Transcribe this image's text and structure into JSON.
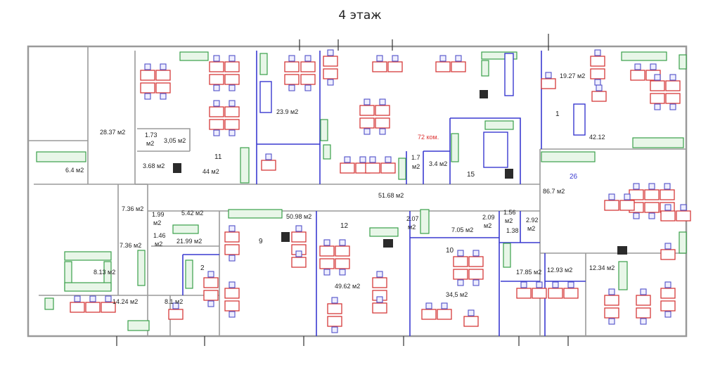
{
  "title": "4 этаж",
  "colors": {
    "wall": "#9a9a9a",
    "inner_wall": "#3a3ad0",
    "desk": "#d63a3a",
    "chair": "#5050c8",
    "cabinet": "#3aa04a",
    "label": "#1e1e1e",
    "accent_label": "#d33"
  },
  "labels": {
    "a_2837": "28.37 м2",
    "a_173": "1.73",
    "a_173b": "м2",
    "a_305": "3,05 м2",
    "a_64": "6.4 м2",
    "a_368": "3.68 м2",
    "n_11": "11",
    "a_44": "44 м2",
    "a_239": "23.9 м2",
    "a_72": "72 ком.",
    "a_17": "1.7",
    "a_17b": "м2",
    "a_34": "3.4 м2",
    "n_15": "15",
    "a_1927": "19.27 м2",
    "n_1": "1",
    "a_4212": "42.12",
    "n_26": "26",
    "a_867": "86.7 м2",
    "a_5168": "51.68 м2",
    "a_736a": "7.36 м2",
    "a_199": "1.99",
    "a_199b": "м2",
    "a_542": "5.42 м2",
    "a_5098": "50.98 м2",
    "n_9": "9",
    "n_12": "12",
    "a_207": "2.07",
    "a_207b": "м2",
    "a_705": "7.05 м2",
    "a_209": "2.09",
    "a_209b": "м2",
    "a_156": "1.56",
    "a_156b": "м2",
    "a_138": "1.38",
    "a_292": "2.92",
    "a_292b": "м2",
    "a_146": "1.46",
    "a_146b": "м2",
    "a_2199": "21.99 м2",
    "a_736b": "7.36 м2",
    "n_2": "2",
    "n_10": "10",
    "a_813": "8.13 м2",
    "a_4962": "49.62 м2",
    "a_345": "34,5 м2",
    "a_1785": "17.85 м2",
    "a_1293": "12.93 м2",
    "a_1234": "12.34 м2",
    "a_1424": "14.24 м2",
    "a_81": "8.1 м2"
  }
}
